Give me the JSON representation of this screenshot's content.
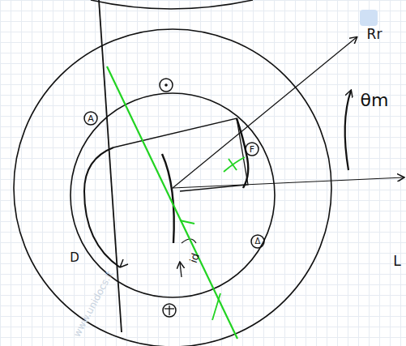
{
  "diagram": {
    "labels": [
      "A",
      "F",
      "D",
      "Δ",
      "Rr",
      "θm",
      "id",
      "L",
      "www.unidocs.it"
    ]
  }
}
